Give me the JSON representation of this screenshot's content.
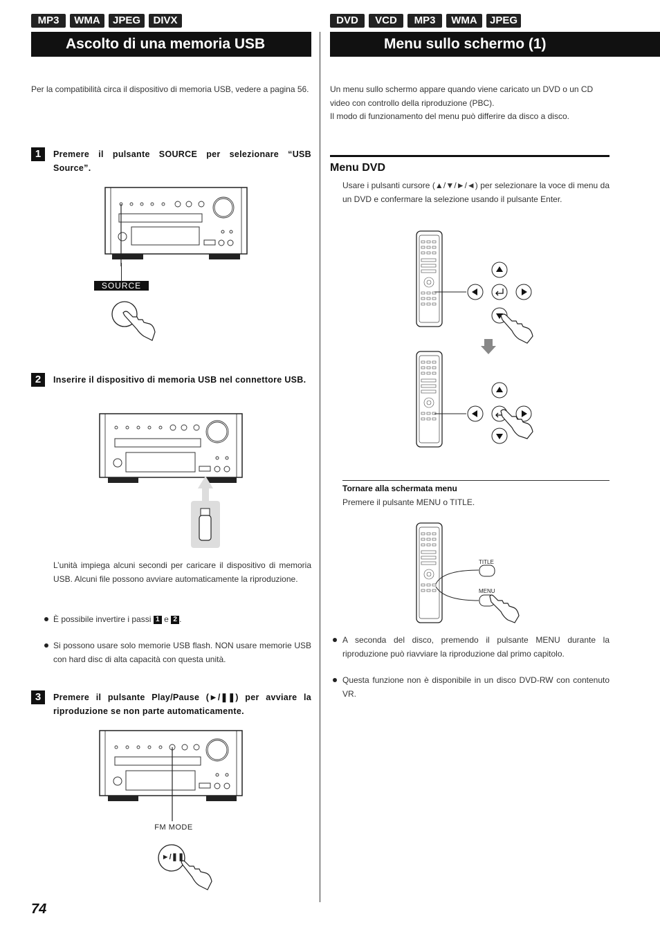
{
  "left": {
    "tags": [
      "MP3",
      "WMA",
      "JPEG",
      "DIVX"
    ],
    "title": "Ascolto di una memoria USB",
    "intro": "Per la compatibilità circa il dispositivo di memoria USB, vedere a pagina 56.",
    "step1_num": "1",
    "step1_text": "Premere il pulsante SOURCE per selezionare “USB Source”.",
    "source_label": "SOURCE",
    "step2_num": "2",
    "step2_text": "Inserire il dispositivo di memoria USB nel connettore USB.",
    "after_step2": "L’unità impiega alcuni secondi per caricare il dispositivo di memoria USB. Alcuni file possono avviare automaticamente la riproduzione.",
    "bullet1_pre": "È possibile invertire i passi",
    "bullet1_a": "1",
    "bullet1_mid": "e",
    "bullet1_b": "2",
    "bullet1_end": ".",
    "bullet2": "Si possono usare solo memorie USB flash. NON usare memorie USB con hard disc di alta capacità con questa unità.",
    "step3_num": "3",
    "step3_text": "Premere il pulsante Play/Pause (►/❚❚) per avviare la riproduzione se non parte automaticamente.",
    "fm_mode_label": "FM MODE",
    "play_pause_label": "►/❚❚"
  },
  "right": {
    "tags": [
      "DVD",
      "VCD",
      "MP3",
      "WMA",
      "JPEG"
    ],
    "title": "Menu sullo schermo (1)",
    "intro": "Un menu sullo schermo appare quando viene caricato un DVD o un CD video con controllo della riproduzione (PBC).",
    "intro2": "Il modo di funzionamento del menu può differire da disco a disco.",
    "section_title": "Menu DVD",
    "section_text": "Usare i pulsanti cursore (▲/▼/►/◄) per selezionare la voce di menu da un DVD e confermare la selezione usando il pulsante Enter.",
    "return_heading": "Tornare alla schermata menu",
    "return_text": "Premere il pulsante MENU o TITLE.",
    "title_label": "TITLE",
    "menu_label": "MENU",
    "bullet1": "A seconda del disco, premendo il pulsante MENU durante la riproduzione può riavviare la riproduzione dal primo capitolo.",
    "bullet2": "Questa funzione non è disponibile in un disco DVD-RW con contenuto VR."
  },
  "page_number": "74"
}
